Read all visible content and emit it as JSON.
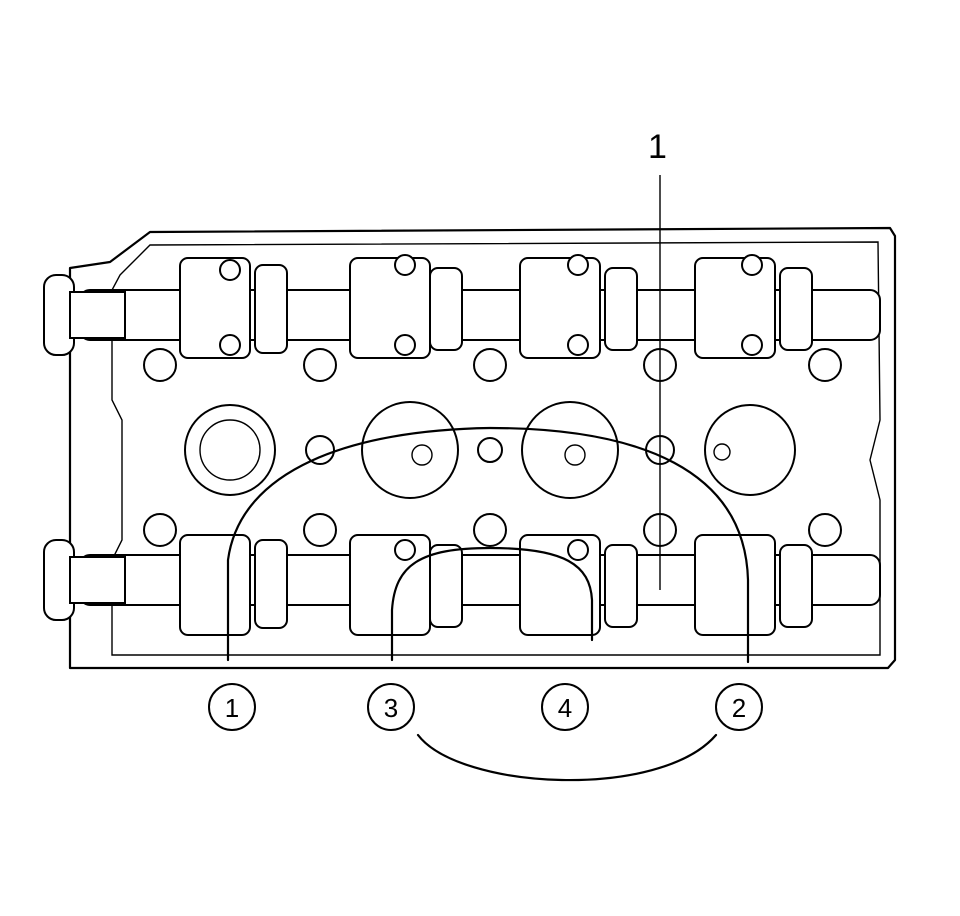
{
  "diagram": {
    "subject": "cylinder-head-camshaft-bearing-cap-sequence",
    "callout": {
      "label": "1"
    },
    "sequence_markers": [
      {
        "label": "1"
      },
      {
        "label": "3"
      },
      {
        "label": "4"
      },
      {
        "label": "2"
      }
    ]
  }
}
